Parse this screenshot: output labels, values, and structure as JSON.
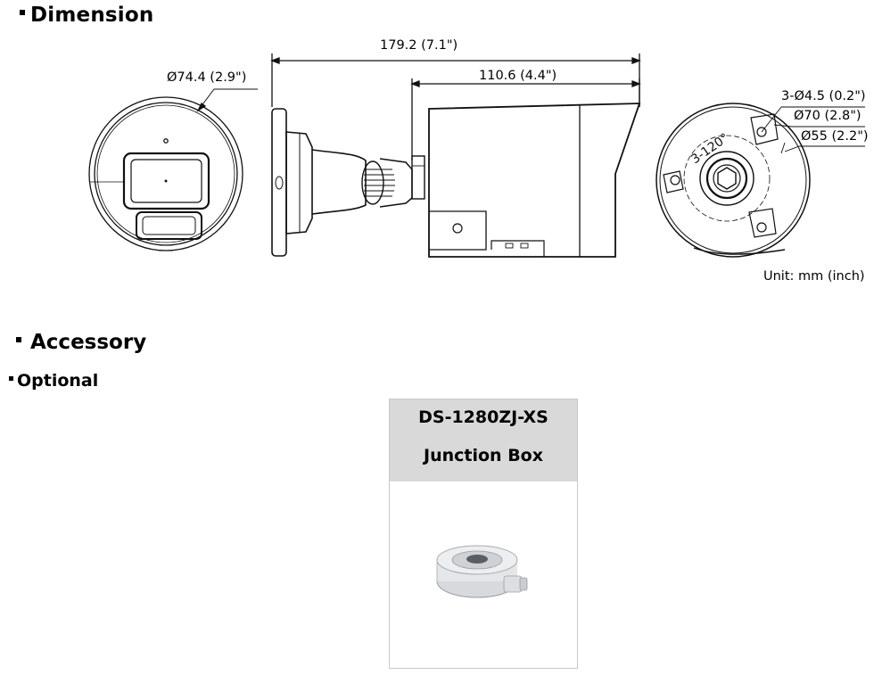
{
  "sections": {
    "dimension": "Dimension",
    "accessory": "Accessory",
    "optional": "Optional"
  },
  "dimensions": {
    "overall_length": "179.2 (7.1\")",
    "body_length": "110.6 (4.4\")",
    "front_diameter": "Ø74.4 (2.9\")",
    "mount_holes": "3-Ø4.5 (0.2\")",
    "mount_outer": "Ø70 (2.8\")",
    "mount_inner": "Ø55 (2.2\")",
    "hole_angle": "3-120°",
    "unit": "Unit: mm (inch)"
  },
  "accessory": {
    "model": "DS-1280ZJ-XS",
    "name": "Junction Box"
  }
}
